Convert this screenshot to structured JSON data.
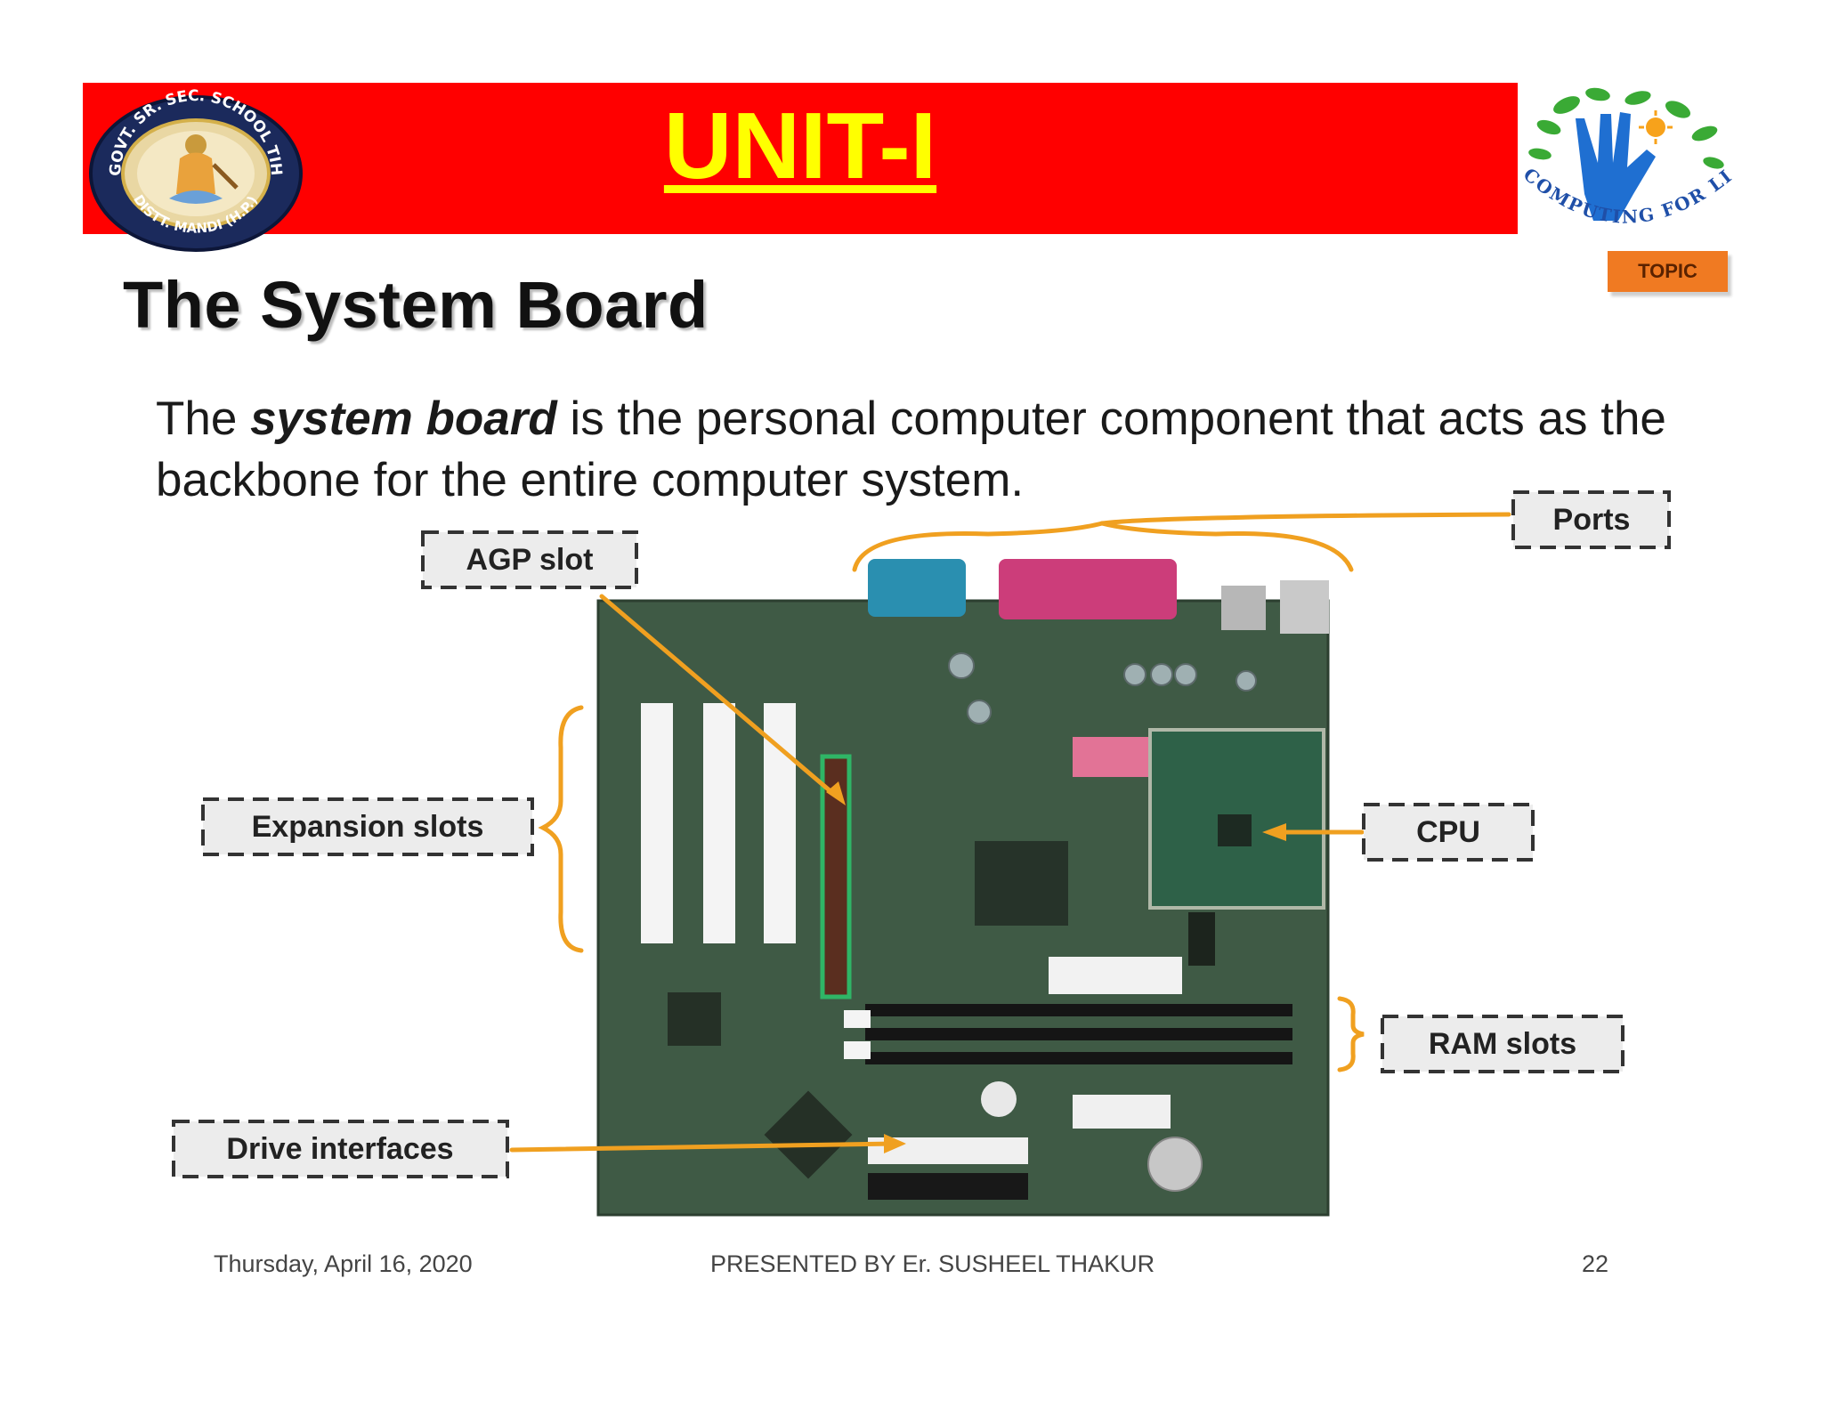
{
  "header": {
    "unit_title": "UNIT-I",
    "banner_color": "#ff0000",
    "title_color": "#ffff00",
    "school_logo": {
      "icon": "school-seal-icon",
      "text_top": "GOVT. SR. SEC. SCHOOL TIHRA",
      "text_bottom": "DISTT. MANDI (H.P.)"
    },
    "partner_logo": {
      "icon": "computing-for-life-hand-tree-icon",
      "text": "COMPUTING FOR LIFE"
    },
    "topic_badge": "TOPIC"
  },
  "slide": {
    "heading": "The System Board",
    "body_before": "The ",
    "body_emphasis": "system board",
    "body_after": " is the personal computer component that acts as the backbone for the entire computer system."
  },
  "diagram": {
    "image_icon": "motherboard-photo-icon",
    "labels": {
      "agp": "AGP slot",
      "ports": "Ports",
      "expansion": "Expansion slots",
      "cpu": "CPU",
      "ram": "RAM slots",
      "drive": "Drive interfaces"
    },
    "leader_color": "#f0a020"
  },
  "footer": {
    "date": "Thursday, April 16, 2020",
    "presenter": "PRESENTED BY Er. SUSHEEL THAKUR",
    "page": "22"
  }
}
